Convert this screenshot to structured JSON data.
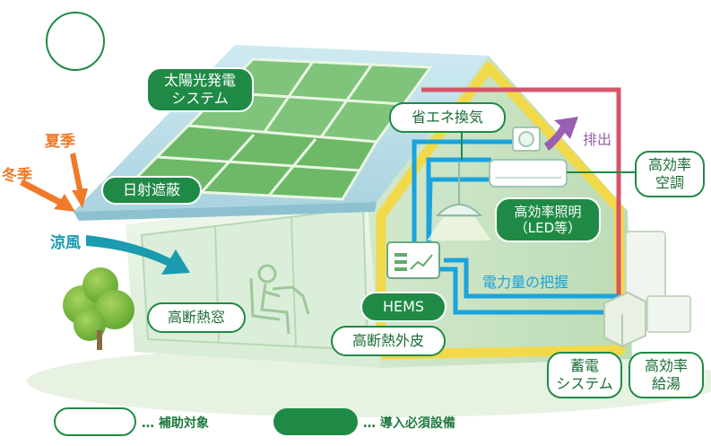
{
  "labels": {
    "solar": "太陽光発電\nシステム",
    "shading": "日射遮蔽",
    "ventilation": "省エネ換気",
    "exhaust": "排出",
    "aircon": "高効率\n空調",
    "lighting": "高効率照明\n（LED等）",
    "power": "電力量の把握",
    "hems": "HEMS",
    "window": "高断熱窓",
    "insulation": "高断熱外皮",
    "storage": "蓄電\nシステム",
    "water_heater": "高効率\n給湯"
  },
  "wind": {
    "summer": "夏季",
    "winter": "冬季",
    "cool_breeze": "涼風"
  },
  "legend": {
    "subsidy": "… 補助対象",
    "required": "… 導入必須設備"
  },
  "colors": {
    "label_green": "#1f8a46",
    "wind_orange": "#f07a2a",
    "breeze_teal": "#1b9bb0",
    "electric_blue": "#1aa3dc",
    "power_red": "#d6546a",
    "frame_yellow": "#f2d94a",
    "exhaust_purple": "#9a5fb0"
  }
}
